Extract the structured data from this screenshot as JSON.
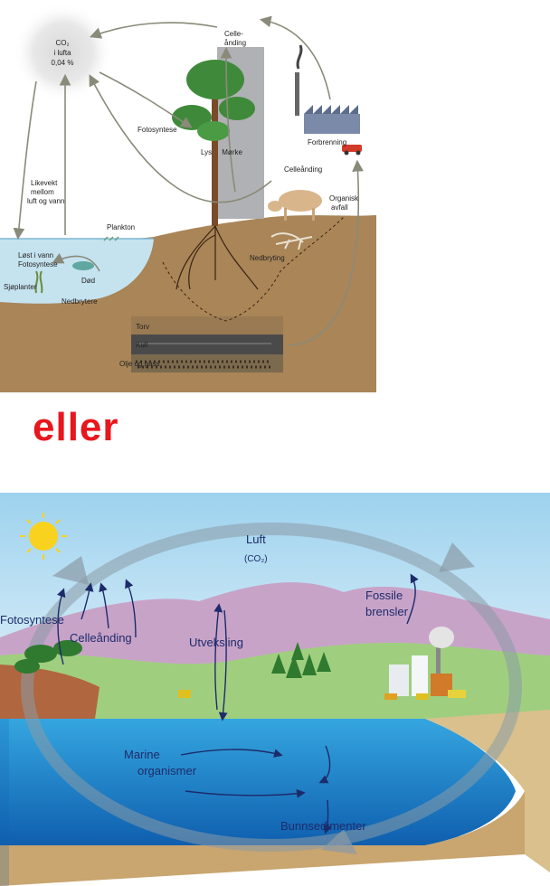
{
  "top_diagram": {
    "co2": {
      "line1": "CO₂",
      "line2": "i lufta",
      "line3": "0,04 %"
    },
    "labels": {
      "celleanding_top_1": "Celle-",
      "celleanding_top_2": "ånding",
      "fotosyntese": "Fotosyntese",
      "lys_morke": "Lys     Mørke",
      "forbrenning": "Forbrenning",
      "celleanding_mid": "Celleånding",
      "organisk_1": "Organisk",
      "organisk_2": "avfall",
      "likevekt_1": "Likevekt",
      "likevekt_2": "mellom",
      "likevekt_3": "luft og vann",
      "plankton": "Plankton",
      "lost_1": "Løst i vann",
      "lost_2": "Fotosyntese",
      "dod": "Død",
      "sjoplanter": "Sjøplanter",
      "nedbrytere": "Nedbrytere",
      "nedbryting": "Nedbryting",
      "torv": "Torv",
      "kull": "Kull",
      "olje_gass": "Olje og gass"
    }
  },
  "connector": {
    "text": "eller"
  },
  "bottom_diagram": {
    "labels": {
      "luft": "Luft",
      "co2": "(CO₂)",
      "fossile_1": "Fossile",
      "fossile_2": "brensler",
      "fotosyntese": "Fotosyntese",
      "celleanding": "Celleånding",
      "utveksling": "Utveksling",
      "marine_1": "Marine",
      "marine_2": "organismer",
      "bunnsedimenter": "Bunnsedimenter"
    },
    "colors": {
      "sky": "#bfe0f2",
      "water": "#1e8fd0",
      "sediment": "#c9a56f",
      "arrow": "#1d2b6b"
    }
  }
}
